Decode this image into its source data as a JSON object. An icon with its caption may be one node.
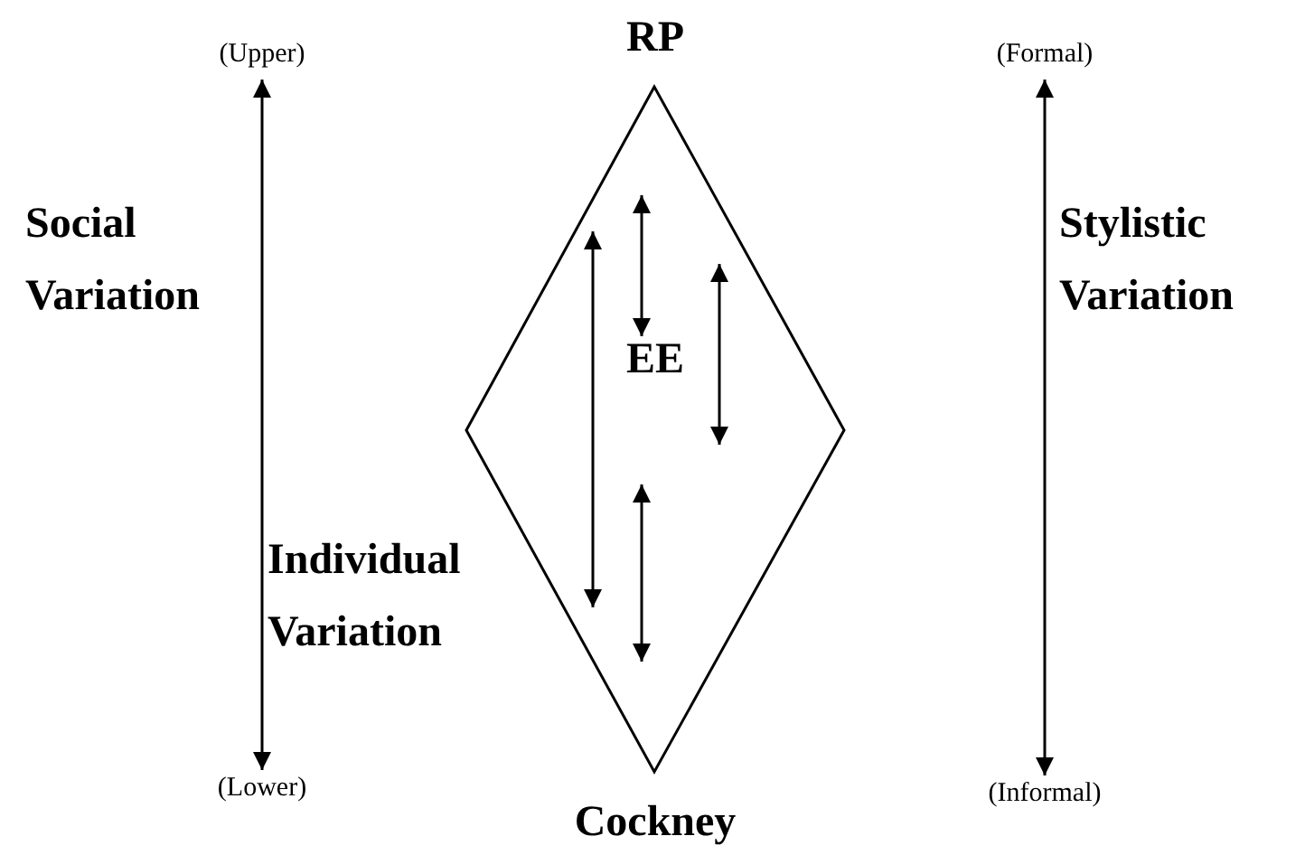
{
  "diagram": {
    "nodes": [
      {
        "text": [
          "(Upper)"
        ]
      },
      {
        "text": [
          "(Lower)"
        ]
      },
      {
        "text": [
          "RP",
          "EE",
          "Cockney"
        ]
      },
      {
        "text": [
          "(Formal)"
        ]
      },
      {
        "text": [
          "(Informal)"
        ]
      }
    ],
    "edges": [
      {
        "from": 0,
        "to": 1,
        "arrow": "both"
      },
      {
        "from": 3,
        "to": 4,
        "arrow": "both"
      }
    ],
    "labels": [
      "Social Variation",
      "Stylistic Variation",
      "Individual Variation"
    ]
  }
}
